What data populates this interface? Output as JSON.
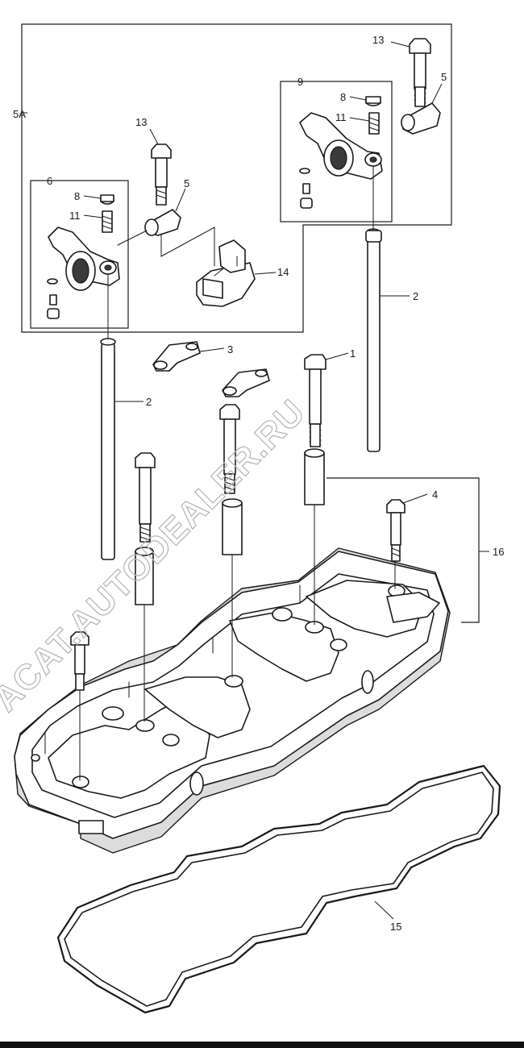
{
  "callouts": {
    "c_5a": "5A",
    "c_13_top": "13",
    "c_5_top": "5",
    "c_9": "9",
    "c_8_top": "8",
    "c_11_top": "11",
    "c_13_left": "13",
    "c_6": "6",
    "c_8_left": "8",
    "c_5_left": "5",
    "c_11_left": "11",
    "c_14": "14",
    "c_2_right": "2",
    "c_3": "3",
    "c_1": "1",
    "c_2_left": "2",
    "c_4": "4",
    "c_16": "16",
    "c_15": "15"
  },
  "watermark": "ACAT.AUTODEALER.RU",
  "colors": {
    "line": "#1a1a1a",
    "shade": "#dcdcdc",
    "watermark": "#b8b8b8"
  }
}
